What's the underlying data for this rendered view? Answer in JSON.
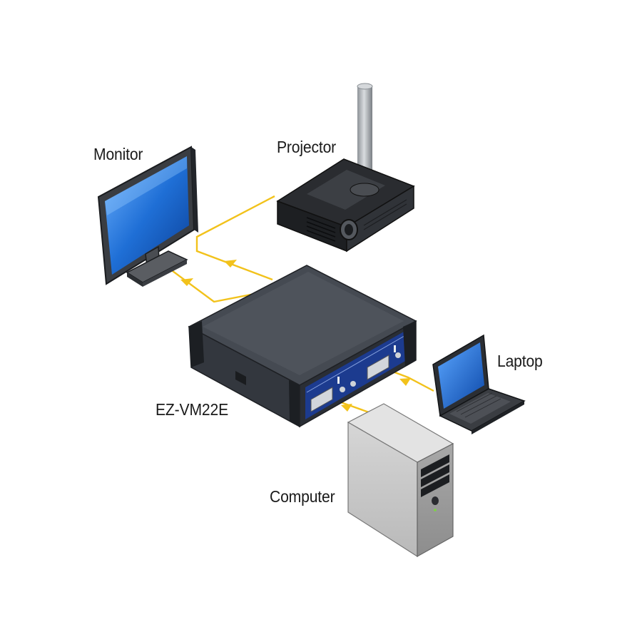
{
  "labels": {
    "monitor": "Monitor",
    "projector": "Projector",
    "laptop": "Laptop",
    "device": "EZ-VM22E",
    "computer": "Computer"
  },
  "colors": {
    "cable": "#f2c21b",
    "device_body": "#3a3f47",
    "screen_blue": "#1f6fd6",
    "computer_gray": "#c9c9c9"
  }
}
